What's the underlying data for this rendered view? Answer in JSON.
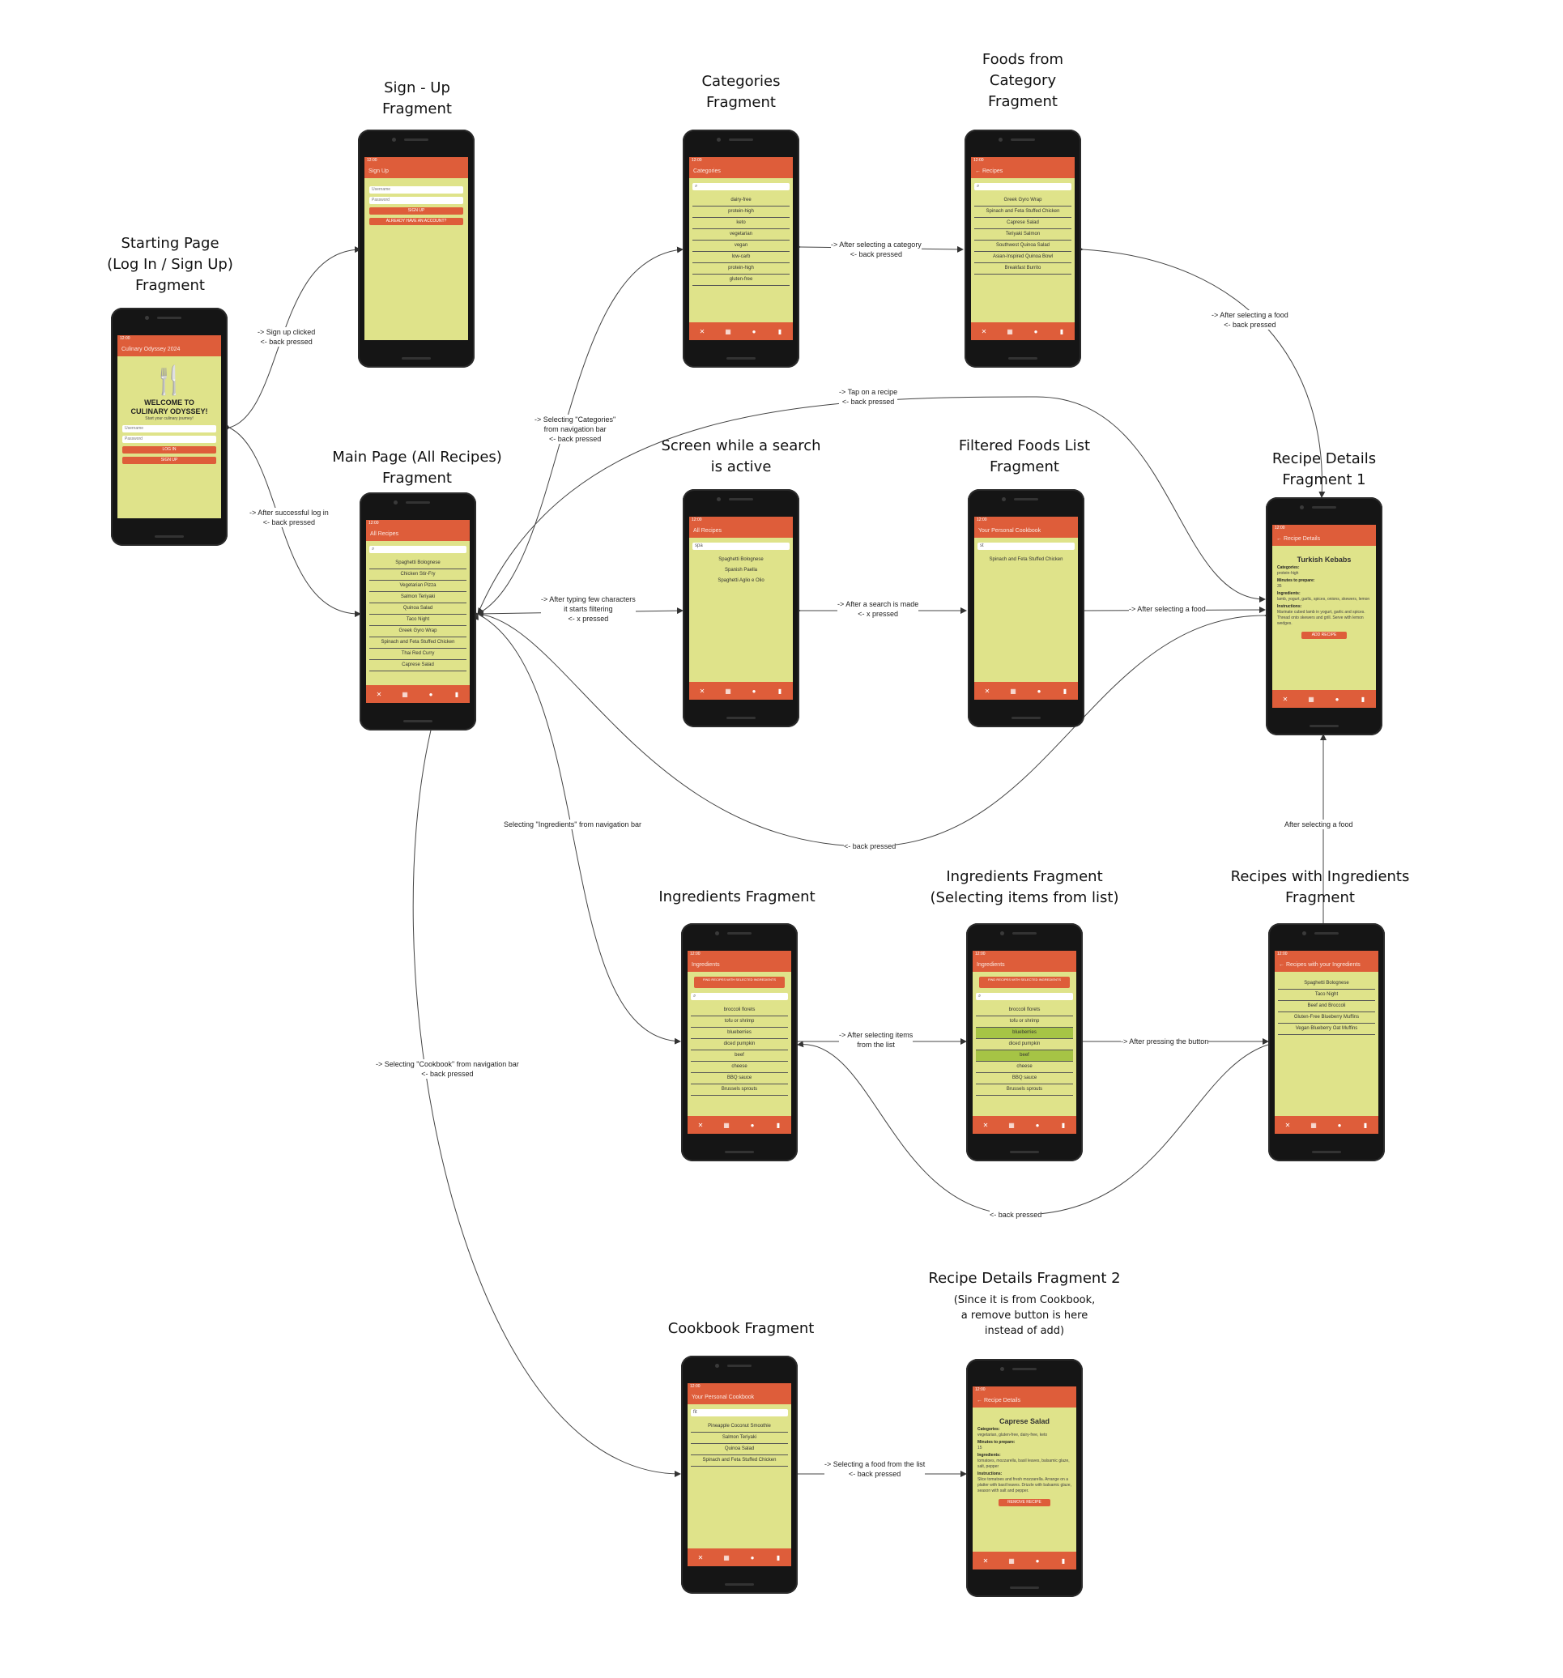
{
  "screens": {
    "start": {
      "title": [
        "Starting Page",
        "(Log In / Sign Up)",
        "Fragment"
      ],
      "appbar": "Culinary Odyssey 2024",
      "welcome": [
        "WELCOME TO",
        "CULINARY ODYSSEY!"
      ],
      "tagline": "Start your culinary journey!",
      "fields": [
        "Username",
        "Password"
      ],
      "buttons": [
        "LOG IN",
        "SIGN UP"
      ]
    },
    "signup": {
      "title": [
        "Sign - Up",
        "Fragment"
      ],
      "appbar": "Sign Up",
      "fields": [
        "Username",
        "Password"
      ],
      "buttons": [
        "SIGN UP",
        "ALREADY HAVE AN ACCOUNT?"
      ]
    },
    "main": {
      "title": [
        "Main Page (All Recipes)",
        "Fragment"
      ],
      "appbar": "All Recipes",
      "items": [
        "Spaghetti Bolognese",
        "Chicken Stir-Fry",
        "Vegetarian Pizza",
        "Salmon Teriyaki",
        "Quinoa Salad",
        "Taco Night",
        "Greek Gyro Wrap",
        "Spinach and Feta Stuffed Chicken",
        "Thai Red Curry",
        "Caprese Salad"
      ]
    },
    "categories": {
      "title": [
        "Categories",
        "Fragment"
      ],
      "appbar": "Categories",
      "items": [
        "dairy-free",
        "protein-high",
        "keto",
        "vegetarian",
        "vegan",
        "low-carb",
        "protein-high",
        "gluten-free"
      ]
    },
    "foods_category": {
      "title": [
        "Foods from",
        "Category",
        "Fragment"
      ],
      "appbar": "Recipes",
      "items": [
        "Greek Gyro Wrap",
        "Spinach and Feta Stuffed Chicken",
        "Caprese Salad",
        "Teriyaki Salmon",
        "Southwest Quinoa Salad",
        "Asian-Inspired Quinoa Bowl",
        "Breakfast Burrito"
      ]
    },
    "search_active": {
      "title": [
        "Screen while a search",
        "is active"
      ],
      "appbar": "All Recipes",
      "query": "spa",
      "items": [
        "Spaghetti Bolognese",
        "Spanish Paella",
        "Spaghetti Aglio e Olio"
      ]
    },
    "filtered": {
      "title": [
        "Filtered Foods List",
        "Fragment"
      ],
      "appbar": "Your Personal Cookbook",
      "query": "st",
      "items": [
        "Spinach and Feta Stuffed Chicken"
      ]
    },
    "recipe1": {
      "title": [
        "Recipe Details",
        "Fragment 1"
      ],
      "appbar": "Recipe Details",
      "name": "Turkish Kebabs",
      "lines": [
        {
          "h": "Categories:",
          "t": "protein-high"
        },
        {
          "h": "Minutes to prepare:",
          "t": "35"
        },
        {
          "h": "Ingredients:",
          "t": "lamb, yogurt, garlic, spices, onions, skewers, lemon"
        },
        {
          "h": "Instructions:",
          "t": "Marinate cubed lamb in yogurt, garlic and spices. Thread onto skewers and grill. Serve with lemon wedges."
        }
      ],
      "button": "ADD RECIPE"
    },
    "ingredients": {
      "title": [
        "Ingredients Fragment"
      ],
      "appbar": "Ingredients",
      "button": "FIND RECIPES WITH SELECTED INGREDIENTS",
      "items": [
        "broccoli florets",
        "tofu or shrimp",
        "blueberries",
        "diced pumpkin",
        "beef",
        "cheese",
        "BBQ sauce",
        "Brussels sprouts"
      ]
    },
    "ingredients_sel": {
      "title": [
        "Ingredients Fragment",
        "(Selecting items from list)"
      ],
      "appbar": "Ingredients",
      "button": "FIND RECIPES WITH SELECTED INGREDIENTS",
      "items": [
        "broccoli florets",
        "tofu or shrimp",
        "blueberries",
        "diced pumpkin",
        "beef",
        "cheese",
        "BBQ sauce",
        "Brussels sprouts"
      ]
    },
    "recipes_ing": {
      "title": [
        "Recipes with Ingredients",
        "Fragment"
      ],
      "appbar": "Recipes with your Ingredients",
      "items": [
        "Spaghetti Bolognese",
        "Taco Night",
        "Beef and Broccoli",
        "Gluten-Free Blueberry Muffins",
        "Vegan Blueberry Oat Muffins"
      ]
    },
    "cookbook": {
      "title": [
        "Cookbook Fragment"
      ],
      "appbar": "Your Personal Cookbook",
      "query": "fit",
      "items": [
        "Pineapple Coconut Smoothie",
        "Salmon Teriyaki",
        "Quinoa Salad",
        "Spinach and Feta Stuffed Chicken"
      ]
    },
    "recipe2": {
      "title": [
        "Recipe Details Fragment 2"
      ],
      "subtitle": [
        "(Since it is from Cookbook,",
        "a remove button is here",
        "instead of add)"
      ],
      "appbar": "Recipe Details",
      "name": "Caprese Salad",
      "lines": [
        {
          "h": "Categories:",
          "t": "vegetarian, gluten-free, dairy-free, keto"
        },
        {
          "h": "Minutes to prepare:",
          "t": "15"
        },
        {
          "h": "Ingredients:",
          "t": "tomatoes, mozzarella, basil leaves, balsamic glaze, salt, pepper"
        },
        {
          "h": "Instructions:",
          "t": "Slice tomatoes and fresh mozzarella. Arrange on a platter with basil leaves. Drizzle with balsamic glaze, season with salt and pepper."
        }
      ],
      "button": "REMOVE RECIPE"
    }
  },
  "edge_labels": {
    "signup_clicked": [
      "-> Sign up clicked",
      "<- back pressed"
    ],
    "login": [
      "-> After successful log in",
      "<- back pressed"
    ],
    "categories_nav": [
      "-> Selecting \"Categories\"",
      "from navigation bar",
      "<- back pressed"
    ],
    "select_category": [
      "-> After selecting a category",
      "<- back pressed"
    ],
    "select_food_cat": [
      "-> After selecting a food",
      "<- back pressed"
    ],
    "tap_recipe": [
      "-> Tap on a recipe",
      "<- back pressed"
    ],
    "typing": [
      "-> After typing few characters",
      "it starts filtering",
      "<- x pressed"
    ],
    "search_made": [
      "-> After a search is made",
      "<- x pressed"
    ],
    "select_food_filtered": [
      "-> After selecting a food"
    ],
    "back_main": [
      "<- back pressed"
    ],
    "ingredients_nav": [
      "Selecting \"Ingredients\" from navigation bar"
    ],
    "after_selecting_food": [
      "After selecting a food"
    ],
    "selecting_items": [
      "-> After selecting items",
      "from the list"
    ],
    "pressing_button": [
      "-> After pressing the button"
    ],
    "back_ingredients": [
      "<- back pressed"
    ],
    "cookbook_nav": [
      "-> Selecting \"Cookbook\" from navigation bar",
      "<- back pressed"
    ],
    "select_cookbook_food": [
      "-> Selecting a food from the list",
      "<- back pressed"
    ]
  },
  "nav_icons": [
    "fork-knife-icon",
    "grid-icon",
    "ingredient-icon",
    "book-icon"
  ],
  "colors": {
    "accent": "#de5d3a",
    "screen": "#dfe38a",
    "selected": "#a6c445"
  }
}
